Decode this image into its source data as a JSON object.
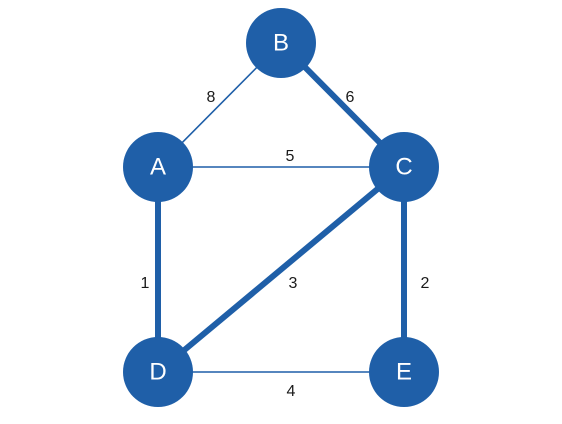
{
  "graph": {
    "node_color": "#1f5fa8",
    "edge_color": "#1f5fa8",
    "node_text_color": "#ffffff",
    "nodes": [
      {
        "id": "B",
        "label": "B"
      },
      {
        "id": "A",
        "label": "A"
      },
      {
        "id": "C",
        "label": "C"
      },
      {
        "id": "D",
        "label": "D"
      },
      {
        "id": "E",
        "label": "E"
      }
    ],
    "edges": [
      {
        "from": "A",
        "to": "B",
        "weight": "8",
        "in_tree": false
      },
      {
        "from": "B",
        "to": "C",
        "weight": "6",
        "in_tree": true
      },
      {
        "from": "A",
        "to": "C",
        "weight": "5",
        "in_tree": false
      },
      {
        "from": "A",
        "to": "D",
        "weight": "1",
        "in_tree": true
      },
      {
        "from": "C",
        "to": "D",
        "weight": "3",
        "in_tree": true
      },
      {
        "from": "C",
        "to": "E",
        "weight": "2",
        "in_tree": true
      },
      {
        "from": "D",
        "to": "E",
        "weight": "4",
        "in_tree": false
      }
    ]
  }
}
